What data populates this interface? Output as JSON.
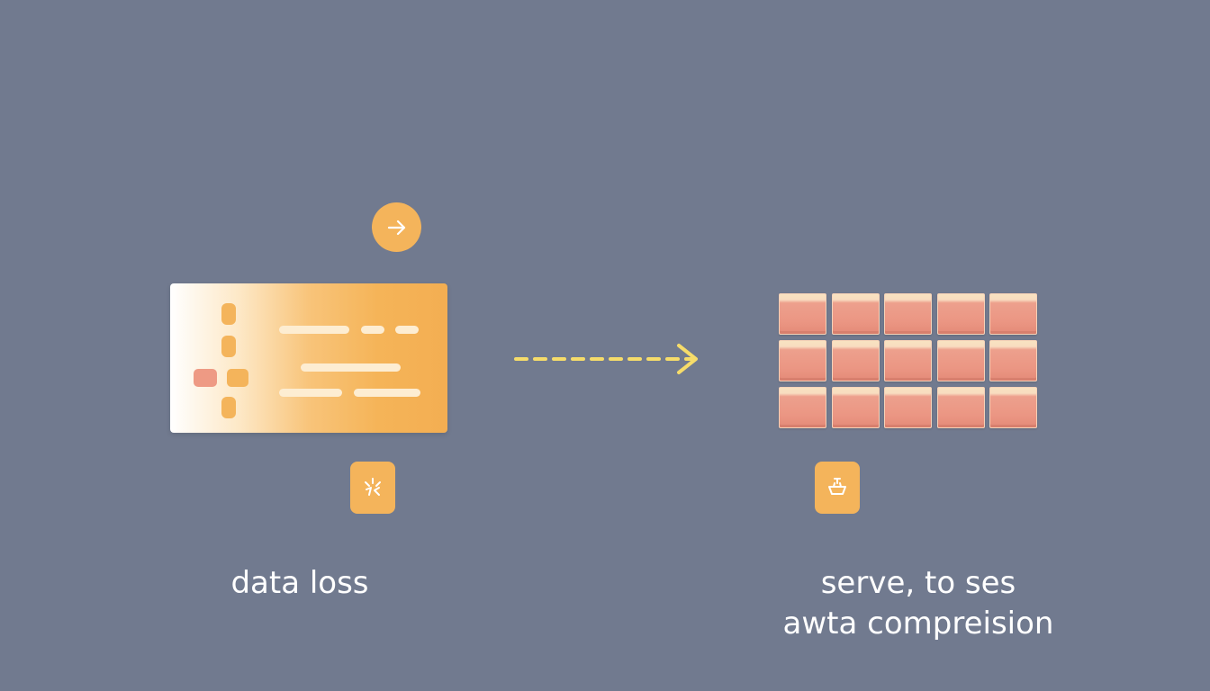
{
  "colors": {
    "background": "#717a8f",
    "accent_orange": "#f4b45b",
    "accent_salmon": "#eb9683",
    "dashed_arrow": "#f6dc6a"
  },
  "icons": {
    "top_badge": "arrow-right-icon",
    "left_badge": "broken-link-icon",
    "right_badge": "battery-basket-icon"
  },
  "labels": {
    "left_caption": "data loss",
    "right_caption_line1": "serve, to ses",
    "right_caption_line2": "awta compreision"
  },
  "grid": {
    "rows": 3,
    "columns": 5
  }
}
